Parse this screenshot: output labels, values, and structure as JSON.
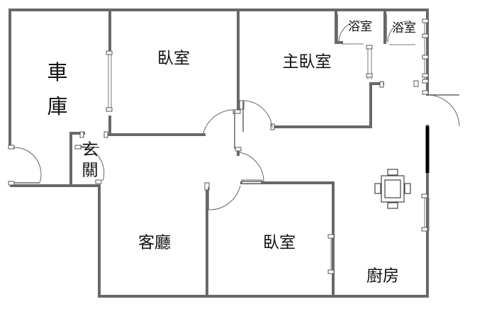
{
  "floorplan": {
    "rooms": {
      "garage": "車庫",
      "bedroom_top": "臥室",
      "master_bedroom": "主臥室",
      "bath_left": "浴室",
      "bath_right": "浴室",
      "entrance": "玄關",
      "living_room": "客廳",
      "bedroom_bottom": "臥室",
      "kitchen": "廚房"
    },
    "furniture": [
      "dining-table-icon"
    ]
  }
}
